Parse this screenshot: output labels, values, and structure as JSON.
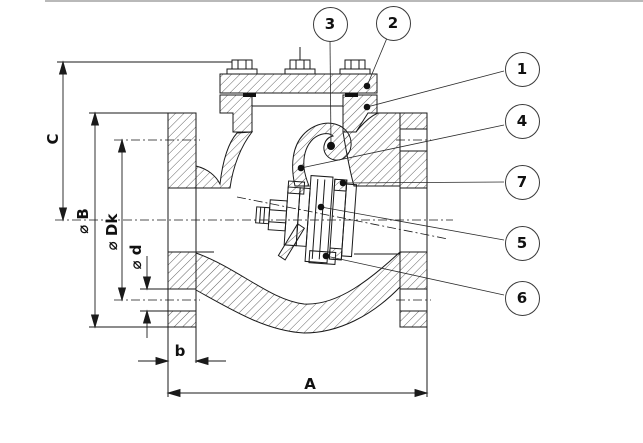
{
  "drawing": {
    "balloons": {
      "b1": "1",
      "b2": "2",
      "b3": "3",
      "b4": "4",
      "b5": "5",
      "b6": "6",
      "b7": "7"
    },
    "dimensions": {
      "c": "C",
      "diameter_b": "⌀ B",
      "diameter_dk": "⌀ Dk",
      "diameter_d": "⌀ d",
      "b": "b",
      "a": "A"
    }
  }
}
